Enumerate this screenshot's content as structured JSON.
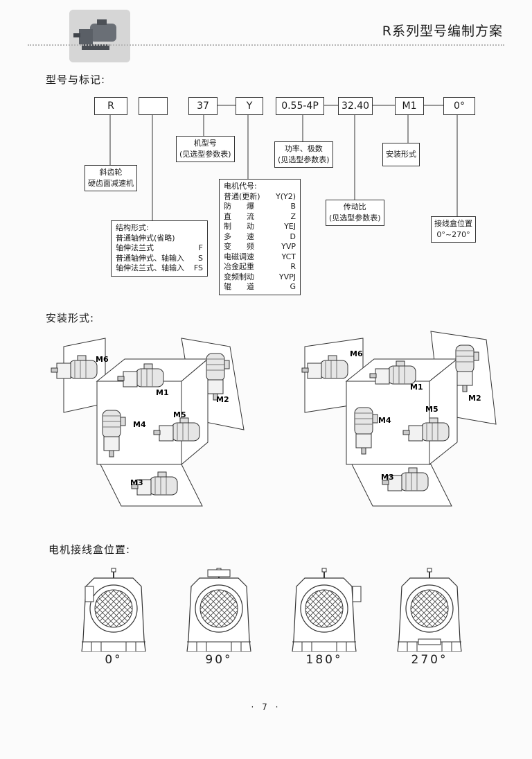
{
  "header": {
    "title": "R系列型号编制方案"
  },
  "model": {
    "heading": "型号与标记:",
    "codes": [
      "R",
      "",
      "37",
      "Y",
      "0.55-4P",
      "32.40",
      "M1",
      "0°"
    ],
    "gear_label": [
      "斜齿轮",
      "硬齿面减速机"
    ],
    "frame_label": [
      "机型号",
      "(见选型参数表)"
    ],
    "power_label": [
      "功率、极数",
      "(见选型参数表)"
    ],
    "mount_label": "安装形式",
    "ratio_label": [
      "传动比",
      "(见选型参数表)"
    ],
    "box_label": [
      "接线盒位置",
      "0°~270°"
    ],
    "structure": {
      "title": "结构形式:",
      "rows": [
        {
          "name": "普通轴伸式(省略)",
          "code": ""
        },
        {
          "name": "轴伸法兰式",
          "code": "F"
        },
        {
          "name": "普通轴伸式、轴输入",
          "code": "S"
        },
        {
          "name": "轴伸法兰式、轴输入",
          "code": "FS"
        }
      ]
    },
    "motor": {
      "title": "电机代号:",
      "rows": [
        {
          "name": "普通(更新)",
          "code": "Y(Y2)"
        },
        {
          "name": "防　　爆",
          "code": "B"
        },
        {
          "name": "直　　流",
          "code": "Z"
        },
        {
          "name": "制　　动",
          "code": "YEJ"
        },
        {
          "name": "多　　速",
          "code": "D"
        },
        {
          "name": "变　　频",
          "code": "YVP"
        },
        {
          "name": "电磁调速",
          "code": "YCT"
        },
        {
          "name": "冶金起重",
          "code": "R"
        },
        {
          "name": "变频制动",
          "code": "YVPJ"
        },
        {
          "name": "辊　　道",
          "code": "G"
        }
      ]
    }
  },
  "mounting": {
    "heading": "安装形式:",
    "left": [
      "M6",
      "M1",
      "M2",
      "M4",
      "M5",
      "M3"
    ],
    "right": [
      "M6",
      "M1",
      "M2",
      "M4",
      "M5",
      "M3"
    ]
  },
  "terminal": {
    "heading": "电机接线盒位置:",
    "positions": [
      "0°",
      "90°",
      "180°",
      "270°"
    ]
  },
  "page_number": "· 7 ·"
}
